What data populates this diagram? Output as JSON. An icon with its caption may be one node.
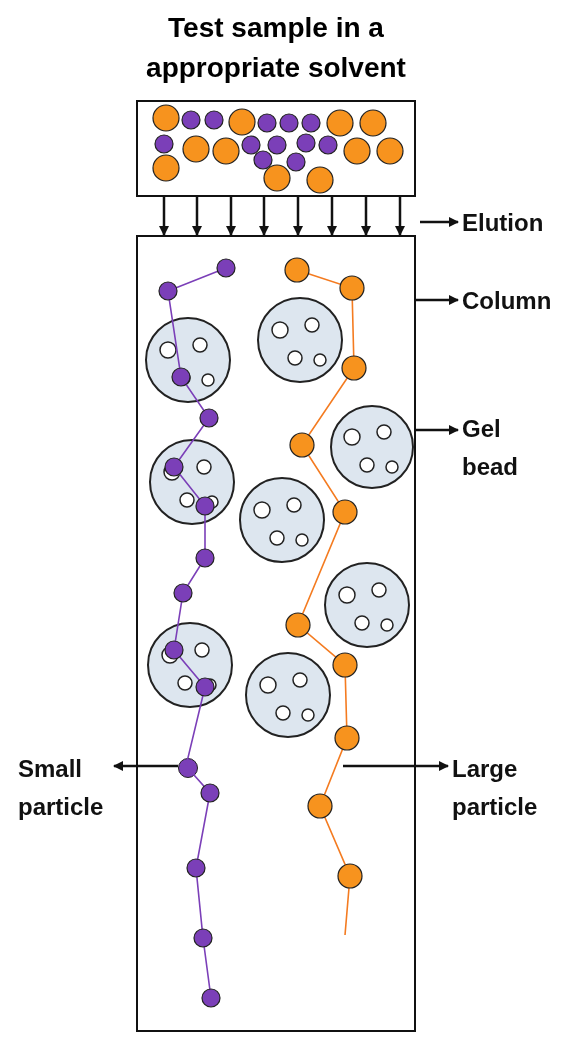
{
  "diagram": {
    "title": "Test sample in a appropriate solvent",
    "nodes": [
      {
        "text": [],
        "shape": "box"
      },
      {
        "text": [],
        "shape": "box"
      },
      {
        "text": [
          "Elution"
        ]
      },
      {
        "text": [
          "Column"
        ]
      },
      {
        "text": [],
        "shape": "circle",
        "in": 1
      },
      {
        "text": [
          "Gel bead"
        ]
      },
      {
        "text": [],
        "shape": "circle",
        "in": 1
      },
      {
        "text": [
          "Small particle"
        ]
      },
      {
        "text": [
          "Large particle"
        ]
      }
    ],
    "edges": [
      {
        "from": 0,
        "to": 1,
        "arrow": "to"
      },
      {
        "from": 0,
        "to": 1,
        "arrow": "to"
      },
      {
        "from": 0,
        "to": 1,
        "arrow": "to"
      },
      {
        "from": 0,
        "to": 1,
        "arrow": "to"
      },
      {
        "from": 0,
        "to": 1,
        "arrow": "to"
      },
      {
        "from": 0,
        "to": 1,
        "arrow": "to"
      },
      {
        "from": 0,
        "to": 1,
        "arrow": "to"
      },
      {
        "from": 0,
        "to": 1,
        "arrow": "to"
      },
      {
        "from": null,
        "to": 2,
        "arrow": "to"
      },
      {
        "from": 1,
        "to": 3,
        "arrow": "to"
      },
      {
        "from": 4,
        "to": 5,
        "arrow": "to"
      },
      {
        "from": 6,
        "to": 7,
        "arrow": "to"
      },
      {
        "from": null,
        "to": 8,
        "arrow": "to"
      }
    ]
  }
}
